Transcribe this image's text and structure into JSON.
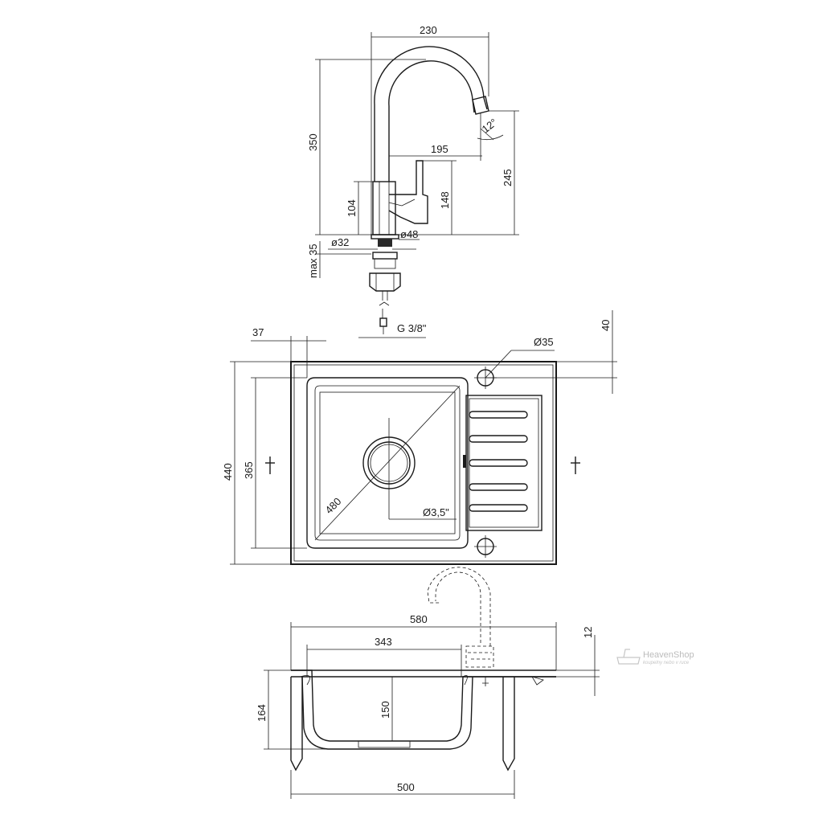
{
  "faucet": {
    "dimensions": {
      "spout_reach": "230",
      "total_height": "350",
      "lever_offset": "195",
      "spout_height": "245",
      "body_height": "104",
      "lever_height": "148",
      "hole_diameter": "ø32",
      "base_diameter": "ø48",
      "max_thickness": "max 35",
      "spout_angle": "12°",
      "connection": "G 3/8\""
    }
  },
  "top_view": {
    "dimensions": {
      "side_offset": "37",
      "top_offset": "40",
      "tap_hole": "Ø35",
      "overall_depth": "440",
      "bowl_depth": "365",
      "bowl_diagonal": "480",
      "drain": "Ø3,5\""
    }
  },
  "side_view": {
    "dimensions": {
      "overall_width": "580",
      "bowl_width": "343",
      "rim_thickness": "12",
      "total_depth": "164",
      "bowl_depth": "150",
      "cabinet_width": "500"
    }
  },
  "watermark": {
    "brand": "HeavenShop",
    "tagline": "koupelny nebo v ruce"
  }
}
